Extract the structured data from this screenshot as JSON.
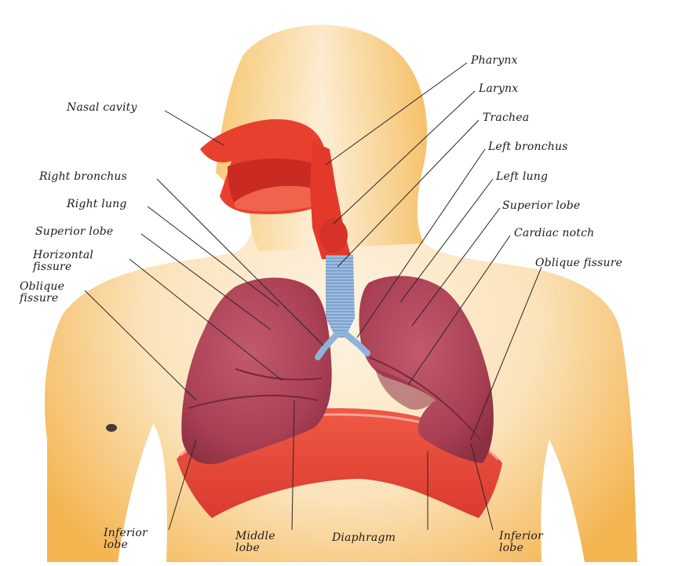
{
  "labels": {
    "nasal_cavity": "Nasal cavity",
    "pharynx": "Pharynx",
    "larynx": "Larynx",
    "trachea": "Trachea",
    "left_bronchus": "Left bronchus",
    "left_lung": "Left lung",
    "left_superior_lobe": "Superior lobe",
    "cardiac_notch": "Cardiac notch",
    "left_oblique_fissure": "Oblique fissure",
    "right_bronchus": "Right bronchus",
    "right_lung": "Right lung",
    "right_superior_lobe": "Superior lobe",
    "horizontal_fissure": [
      "Horizontal",
      "fissure"
    ],
    "right_oblique_fissure": [
      "Oblique",
      "fissure"
    ],
    "right_inferior_lobe": [
      "Inferior",
      "lobe"
    ],
    "middle_lobe": [
      "Middle",
      "lobe"
    ],
    "diaphragm": "Diaphragm",
    "left_inferior_lobe": [
      "Inferior",
      "lobe"
    ]
  },
  "colors": {
    "skin": "#f6c268",
    "skin_light": "#fdf0da",
    "lung": "#b04658",
    "lung_dark": "#8a2f42",
    "diaphragm": "#e5453a",
    "airway": "#e8402f",
    "trachea": "#8fb3d8",
    "leader_line": "#2a2624"
  }
}
